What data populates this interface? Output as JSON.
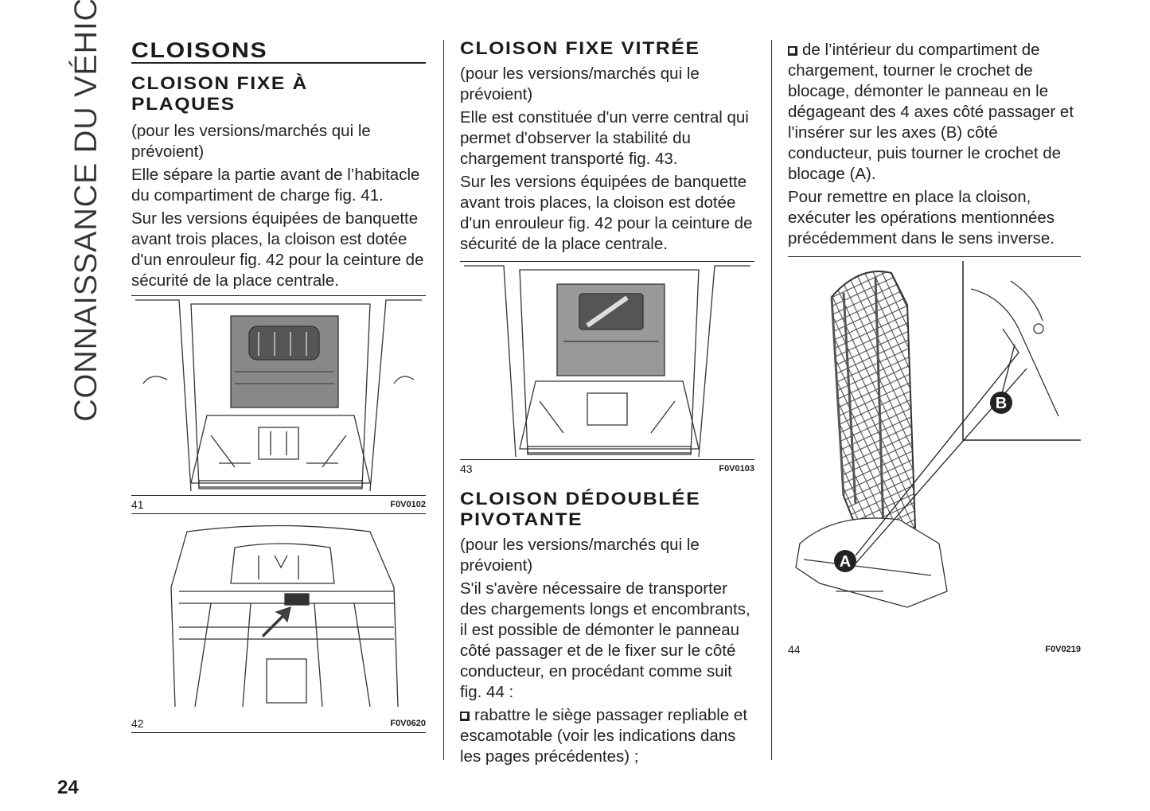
{
  "sidebar_title": "CONNAISSANCE DU VÉHICULE",
  "page_number": "24",
  "col1": {
    "title": "CLOISONS",
    "subtitle": "CLOISON FIXE À PLAQUES",
    "paragraphs": [
      "(pour les versions/marchés qui le prévoient)",
      "Elle sépare la partie avant de l’habitacle du compartiment de charge fig. 41.",
      "Sur les versions équipées de banquette avant trois places, la cloison est dotée d'un enrouleur fig. 42 pour la ceinture de sécurité de la place centrale."
    ],
    "fig41": {
      "number": "41",
      "code": "F0V0102"
    },
    "fig42": {
      "number": "42",
      "code": "F0V0620"
    }
  },
  "col2": {
    "title": "CLOISON FIXE VITRÉE",
    "paragraphs": [
      "(pour les versions/marchés qui le prévoient)",
      "Elle est constituée d'un verre central qui permet d'observer la stabilité du chargement transporté fig. 43.",
      "Sur les versions équipées de banquette avant trois places, la cloison est dotée d'un enrouleur fig. 42 pour la ceinture de sécurité de la place centrale."
    ],
    "fig43": {
      "number": "43",
      "code": "F0V0103"
    },
    "title2": "CLOISON DÉDOUBLÉE PIVOTANTE",
    "paragraphs2": [
      "(pour les versions/marchés qui le prévoient)",
      "S'il s'avère nécessaire de transporter des chargements longs et encombrants, il est possible de démonter le panneau côté passager et de le fixer sur le côté conducteur, en procédant comme suit fig. 44 :"
    ],
    "bullet1": "rabattre le siège passager repliable et escamotable (voir les indications dans les pages précédentes) ;"
  },
  "col3": {
    "bullet2": "de l’intérieur du compartiment de chargement, tourner le crochet de blocage, démonter le panneau en le dégageant des 4 axes côté passager et l'insérer sur les axes (B) côté conducteur, puis tourner le crochet de blocage (A).",
    "paragraph": "Pour remettre en place la cloison, exécuter les opérations mentionnées précédemment dans le sens inverse.",
    "fig44": {
      "number": "44",
      "code": "F0V0219",
      "label_a": "A",
      "label_b": "B"
    }
  }
}
